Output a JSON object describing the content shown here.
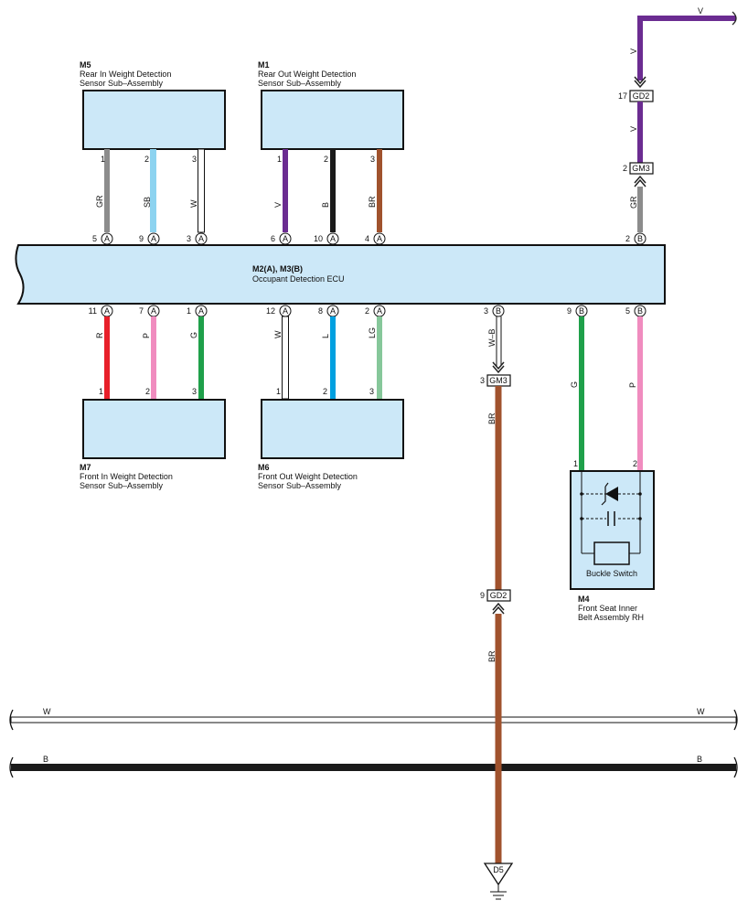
{
  "components": {
    "m5": {
      "code": "M5",
      "line1": "Rear In Weight Detection",
      "line2": "Sensor Sub–Assembly"
    },
    "m1": {
      "code": "M1",
      "line1": "Rear Out Weight Detection",
      "line2": "Sensor Sub–Assembly"
    },
    "m7": {
      "code": "M7",
      "line1": "Front In Weight Detection",
      "line2": "Sensor Sub–Assembly"
    },
    "m6": {
      "code": "M6",
      "line1": "Front Out Weight Detection",
      "line2": "Sensor Sub–Assembly"
    },
    "ecu": {
      "code": "M2(A), M3(B)",
      "name": "Occupant Detection ECU"
    },
    "m4": {
      "code": "M4",
      "line1": "Front Seat Inner",
      "line2": "Belt Assembly RH",
      "inner_label": "Buckle Switch"
    }
  },
  "colors": {
    "V": "#6b2c91",
    "GR": "#8c8c8c",
    "SB": "#8dd3f0",
    "W": "#ffffff",
    "B": "#1a1a1a",
    "BR": "#a0522d",
    "R": "#e8202a",
    "P": "#f08cbf",
    "G": "#1fa04a",
    "L": "#00a0e0",
    "LG": "#86c79a",
    "box_fill": "#cce8f8"
  },
  "wires": {
    "top_v": "V",
    "v_gd2_upper": "V",
    "v_gm3_upper": "V",
    "gr_gm3_lower": "GR",
    "m5_1": "GR",
    "m5_2": "SB",
    "m5_3": "W",
    "m1_1": "V",
    "m1_2": "B",
    "m1_3": "BR",
    "m7_1": "R",
    "m7_2": "P",
    "m7_3": "G",
    "m6_1": "W",
    "m6_2": "L",
    "m6_3": "LG",
    "wb": "W–B",
    "br_upper": "BR",
    "br_lower": "BR",
    "m4_g": "G",
    "m4_p": "P",
    "bus_w_left": "W",
    "bus_w_right": "W",
    "bus_b_left": "B",
    "bus_b_right": "B"
  },
  "connectors": {
    "gd2_top": {
      "pin": "17",
      "name": "GD2"
    },
    "gm3_top": {
      "pin": "2",
      "name": "GM3"
    },
    "gm3_mid": {
      "pin": "3",
      "name": "GM3"
    },
    "gd2_mid": {
      "pin": "9",
      "name": "GD2"
    },
    "ground": "D5"
  },
  "sensor_pins": {
    "m5": [
      "1",
      "2",
      "3"
    ],
    "m1": [
      "1",
      "2",
      "3"
    ],
    "m7": [
      "1",
      "2",
      "3"
    ],
    "m6": [
      "1",
      "2",
      "3"
    ]
  },
  "ecu_pins_top": [
    {
      "pin": "5",
      "conn": "A"
    },
    {
      "pin": "9",
      "conn": "A"
    },
    {
      "pin": "3",
      "conn": "A"
    },
    {
      "pin": "6",
      "conn": "A"
    },
    {
      "pin": "10",
      "conn": "A"
    },
    {
      "pin": "4",
      "conn": "A"
    },
    {
      "pin": "2",
      "conn": "B"
    }
  ],
  "ecu_pins_bottom": [
    {
      "pin": "11",
      "conn": "A"
    },
    {
      "pin": "7",
      "conn": "A"
    },
    {
      "pin": "1",
      "conn": "A"
    },
    {
      "pin": "12",
      "conn": "A"
    },
    {
      "pin": "8",
      "conn": "A"
    },
    {
      "pin": "2",
      "conn": "A"
    },
    {
      "pin": "3",
      "conn": "B"
    },
    {
      "pin": "9",
      "conn": "B"
    },
    {
      "pin": "5",
      "conn": "B"
    }
  ],
  "m4_pins": [
    "1",
    "2"
  ]
}
